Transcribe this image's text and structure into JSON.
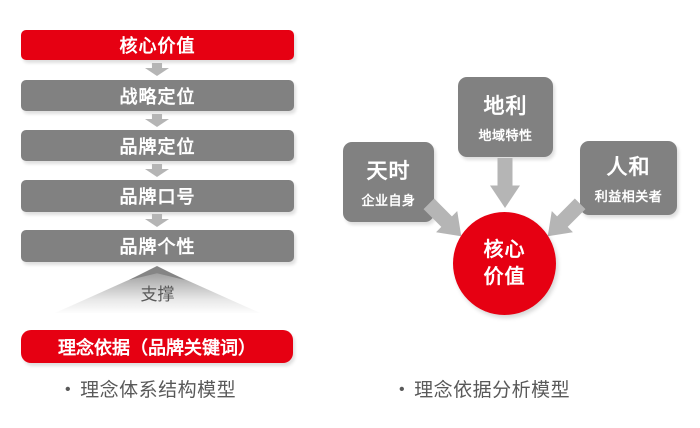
{
  "colors": {
    "accent_red": "#e60012",
    "box_gray": "#818181",
    "arrow_gray": "#b5b5b5",
    "caption_gray": "#595959"
  },
  "left_model": {
    "flow_boxes": [
      {
        "label": "核心价值",
        "variant": "red"
      },
      {
        "label": "战略定位",
        "variant": "gray"
      },
      {
        "label": "品牌定位",
        "variant": "gray"
      },
      {
        "label": "品牌口号",
        "variant": "gray"
      },
      {
        "label": "品牌个性",
        "variant": "gray"
      }
    ],
    "support_label": "支撑",
    "basis_box_label": "理念依据（品牌关键词）",
    "caption": {
      "bullet": "•",
      "text": "理念体系结构模型"
    }
  },
  "right_model": {
    "factors": [
      {
        "title": "天时",
        "subtitle": "企业自身"
      },
      {
        "title": "地利",
        "subtitle": "地域特性"
      },
      {
        "title": "人和",
        "subtitle": "利益相关者"
      }
    ],
    "core_circle": {
      "line1": "核心",
      "line2": "价值"
    },
    "caption": {
      "bullet": "•",
      "text": "理念依据分析模型"
    }
  }
}
